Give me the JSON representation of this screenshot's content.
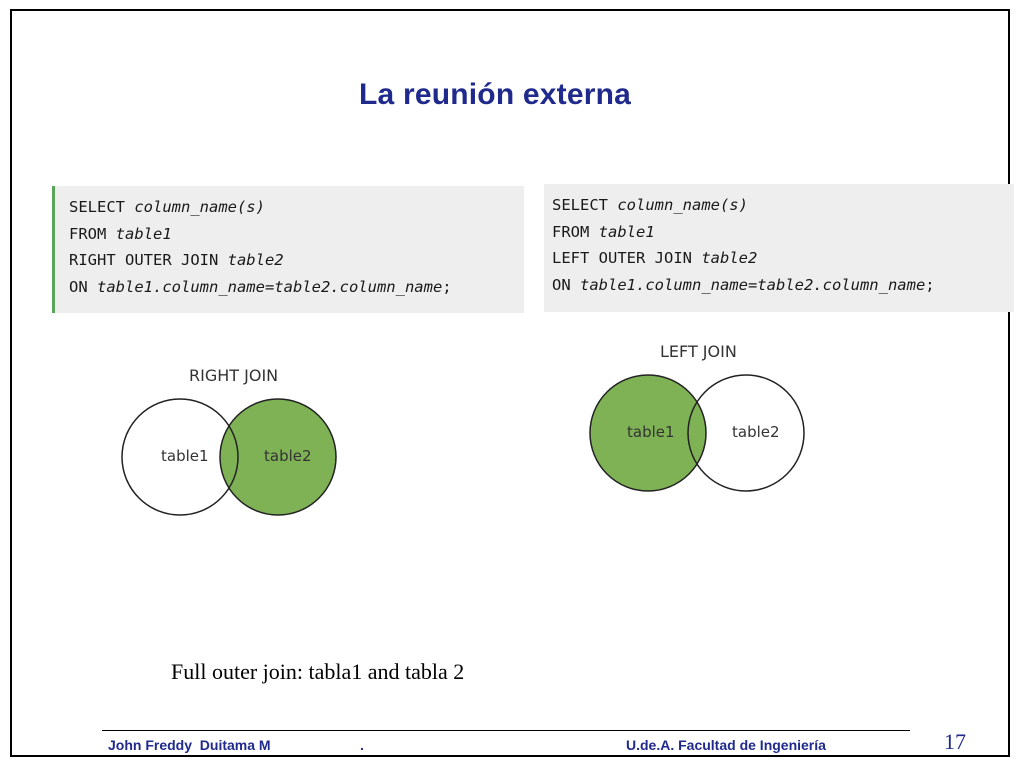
{
  "slide": {
    "title": "La reunión externa",
    "caption": "Full outer join:  tabla1 and tabla 2",
    "page_number": "17"
  },
  "code_right": {
    "line1_kw": "SELECT ",
    "line1_it": "column_name(s)",
    "line2_kw": "FROM ",
    "line2_it": "table1",
    "line3_kw": "RIGHT OUTER JOIN ",
    "line3_it": "table2",
    "line4_kw": "ON ",
    "line4_it": "table1.column_name=table2.column_name",
    "line4_end": ";"
  },
  "code_left": {
    "line1_kw": "SELECT ",
    "line1_it": "column_name(s)",
    "line2_kw": "FROM ",
    "line2_it": "table1",
    "line3_kw": "LEFT OUTER JOIN ",
    "line3_it": "table2",
    "line4_kw": "ON ",
    "line4_it": "table1.column_name=table2.column_name",
    "line4_end": ";"
  },
  "venn_right": {
    "title": "RIGHT JOIN",
    "left_label": "table1",
    "right_label": "table2",
    "highlight": "right"
  },
  "venn_left": {
    "title": "LEFT JOIN",
    "left_label": "table1",
    "right_label": "table2",
    "highlight": "left"
  },
  "footer": {
    "author": "John Freddy  Duitama M",
    "separator": ".",
    "institution": "U.de.A. Facultad de Ingeniería"
  },
  "colors": {
    "title": "#1f2a8c",
    "venn_fill": "#7fb255",
    "code_background": "#eeeeee",
    "code_accent": "#5aa55a"
  }
}
